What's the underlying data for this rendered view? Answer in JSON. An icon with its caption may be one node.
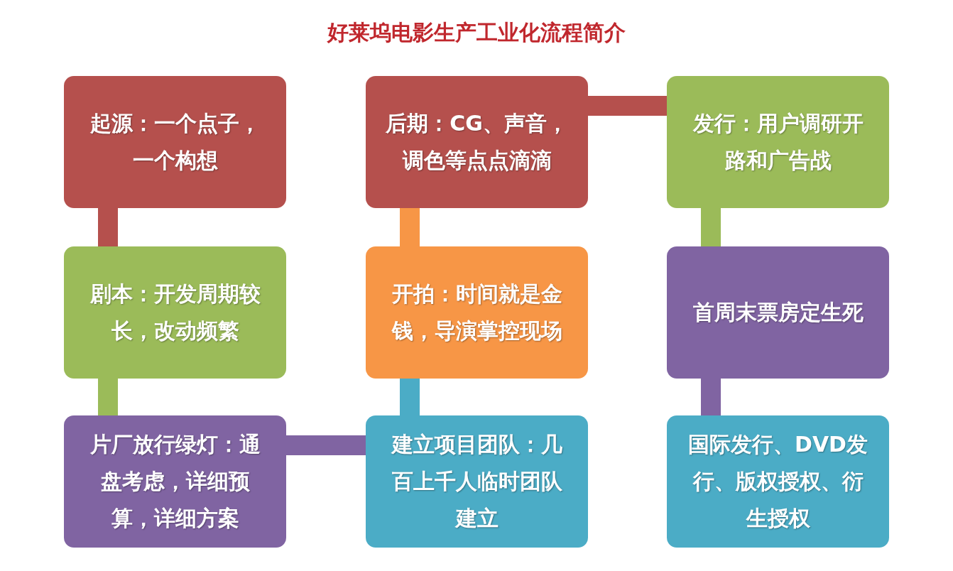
{
  "diagram": {
    "title": "好莱坞电影生产工业化流程简介",
    "nodes": [
      {
        "text": [
          "起源：一个点子，一个构想"
        ]
      },
      {
        "text": [
          "后期：CG、声音，调色等点点滴滴"
        ]
      },
      {
        "text": [
          "发行：用户调研开路和广告战"
        ]
      },
      {
        "text": [
          "剧本：开发周期较长，改动频繁"
        ]
      },
      {
        "text": [
          "开拍：时间就是金钱，导演掌控现场"
        ]
      },
      {
        "text": [
          "首周末票房定生死"
        ]
      },
      {
        "text": [
          "片厂放行绿灯：通盘考虑，详细预算，详细方案"
        ]
      },
      {
        "text": [
          "建立项目团队：几百上千人临时团队建立"
        ]
      },
      {
        "text": [
          "国际发行、DVD发行、版权授权、衍生授权"
        ]
      }
    ],
    "edges": [
      {
        "from": 0,
        "to": 3,
        "arrow": "none",
        "color": "#b5504d"
      },
      {
        "from": 3,
        "to": 6,
        "arrow": "none",
        "color": "#9bbb59"
      },
      {
        "from": 6,
        "to": 7,
        "arrow": "none",
        "color": "#8064a2"
      },
      {
        "from": 7,
        "to": 4,
        "arrow": "none",
        "color": "#4bacc6"
      },
      {
        "from": 4,
        "to": 1,
        "arrow": "none",
        "color": "#f79646"
      },
      {
        "from": 1,
        "to": 2,
        "arrow": "none",
        "color": "#b5504d"
      },
      {
        "from": 2,
        "to": 5,
        "arrow": "none",
        "color": "#9bbb59"
      },
      {
        "from": 5,
        "to": 8,
        "arrow": "none",
        "color": "#8064a2"
      }
    ]
  }
}
